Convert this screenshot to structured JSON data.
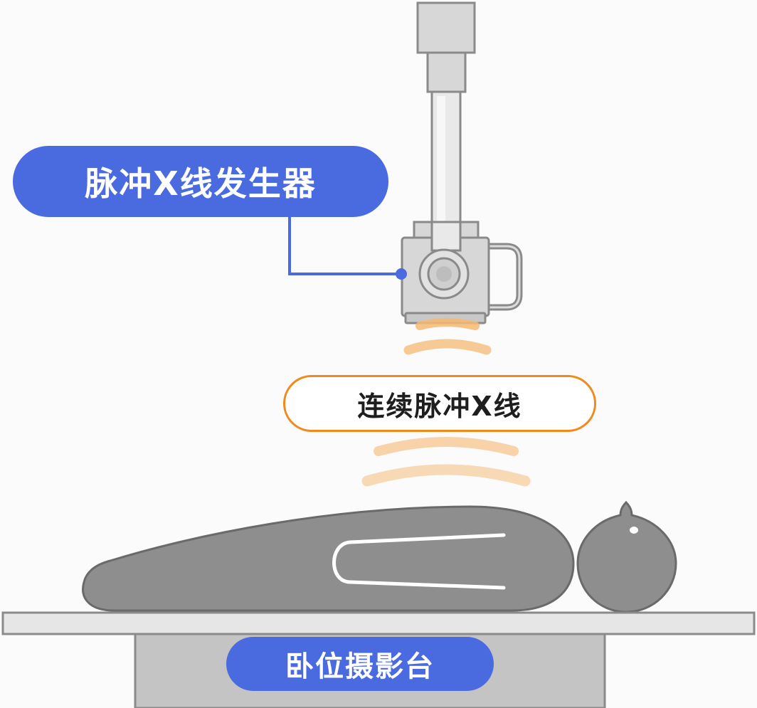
{
  "labels": {
    "generator": "脉冲X线发生器",
    "pulse": "连续脉冲X线",
    "table": "卧位摄影台"
  },
  "colors": {
    "accent_blue": "#4a6ae0",
    "accent_orange": "#f08a1c",
    "wave_orange": "#f6b872",
    "equipment_fill": "#d7d7d7",
    "equipment_stroke": "#8a8a8a",
    "patient_fill": "#8e8e8e",
    "patient_stroke": "#6a6a6a",
    "table_top": "#e6e6e6",
    "table_base": "#c4c4c4"
  }
}
